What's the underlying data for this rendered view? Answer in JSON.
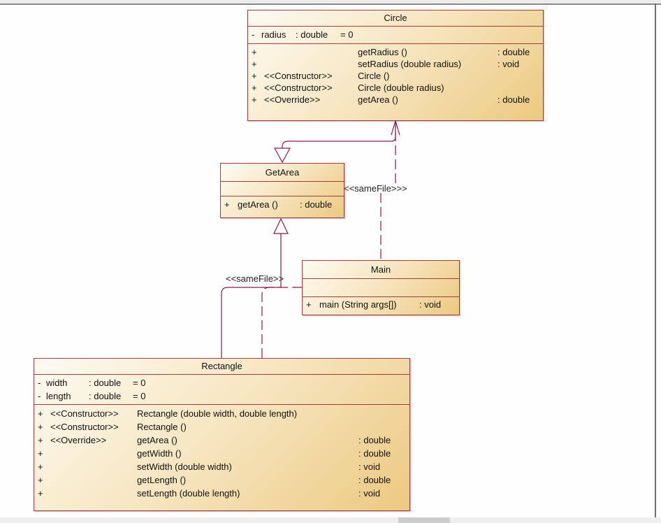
{
  "diagram": {
    "colors": {
      "border": "#a23c3c",
      "connector": "#8b1a4a",
      "fill_light": "#fefbf3",
      "fill_dark": "#ecc97f"
    },
    "classes": {
      "circle": {
        "name": "Circle",
        "attributes": [
          {
            "vis": "-",
            "name": "radius",
            "type": ": double",
            "default": "= 0"
          }
        ],
        "operations": [
          {
            "vis": "+",
            "stereo": "",
            "sig": "getRadius ()",
            "ret": ": double"
          },
          {
            "vis": "+",
            "stereo": "",
            "sig": "setRadius (double radius)",
            "ret": ": void"
          },
          {
            "vis": "+",
            "stereo": "<<Constructor>>",
            "sig": "Circle ()",
            "ret": ""
          },
          {
            "vis": "+",
            "stereo": "<<Constructor>>",
            "sig": "Circle (double radius)",
            "ret": ""
          },
          {
            "vis": "+",
            "stereo": "<<Override>>",
            "sig": "getArea ()",
            "ret": ": double"
          }
        ]
      },
      "getarea": {
        "name": "GetArea",
        "operations": [
          {
            "vis": "+",
            "sig": "getArea ()",
            "ret": ": double"
          }
        ]
      },
      "main": {
        "name": "Main",
        "operations": [
          {
            "vis": "+",
            "sig": "main (String args[])",
            "ret": ": void"
          }
        ]
      },
      "rectangle": {
        "name": "Rectangle",
        "attributes": [
          {
            "vis": "-",
            "name": "width",
            "type": ": double",
            "default": "= 0"
          },
          {
            "vis": "-",
            "name": "length",
            "type": ": double",
            "default": "= 0"
          }
        ],
        "operations": [
          {
            "vis": "+",
            "stereo": "<<Constructor>>",
            "sig": "Rectangle (double width, double length)",
            "ret": ""
          },
          {
            "vis": "+",
            "stereo": "<<Constructor>>",
            "sig": "Rectangle ()",
            "ret": ""
          },
          {
            "vis": "+",
            "stereo": "<<Override>>",
            "sig": "getArea ()",
            "ret": ": double"
          },
          {
            "vis": "+",
            "stereo": "",
            "sig": "getWidth ()",
            "ret": ": double"
          },
          {
            "vis": "+",
            "stereo": "",
            "sig": "setWidth (double width)",
            "ret": ": void"
          },
          {
            "vis": "+",
            "stereo": "",
            "sig": "getLength ()",
            "ret": ": double"
          },
          {
            "vis": "+",
            "stereo": "",
            "sig": "setLength (double length)",
            "ret": ": void"
          }
        ]
      }
    },
    "relationships": [
      {
        "from": "Circle",
        "to": "GetArea",
        "kind": "realization",
        "label": ""
      },
      {
        "from": "Main",
        "to": "Circle",
        "kind": "dependency",
        "label": "<<sameFile>>>"
      },
      {
        "from": "Rectangle",
        "to": "GetArea",
        "kind": "realization",
        "label": ""
      },
      {
        "from": "Rectangle",
        "to": "Main",
        "kind": "dependency",
        "label": "<<sameFile>>"
      }
    ]
  }
}
